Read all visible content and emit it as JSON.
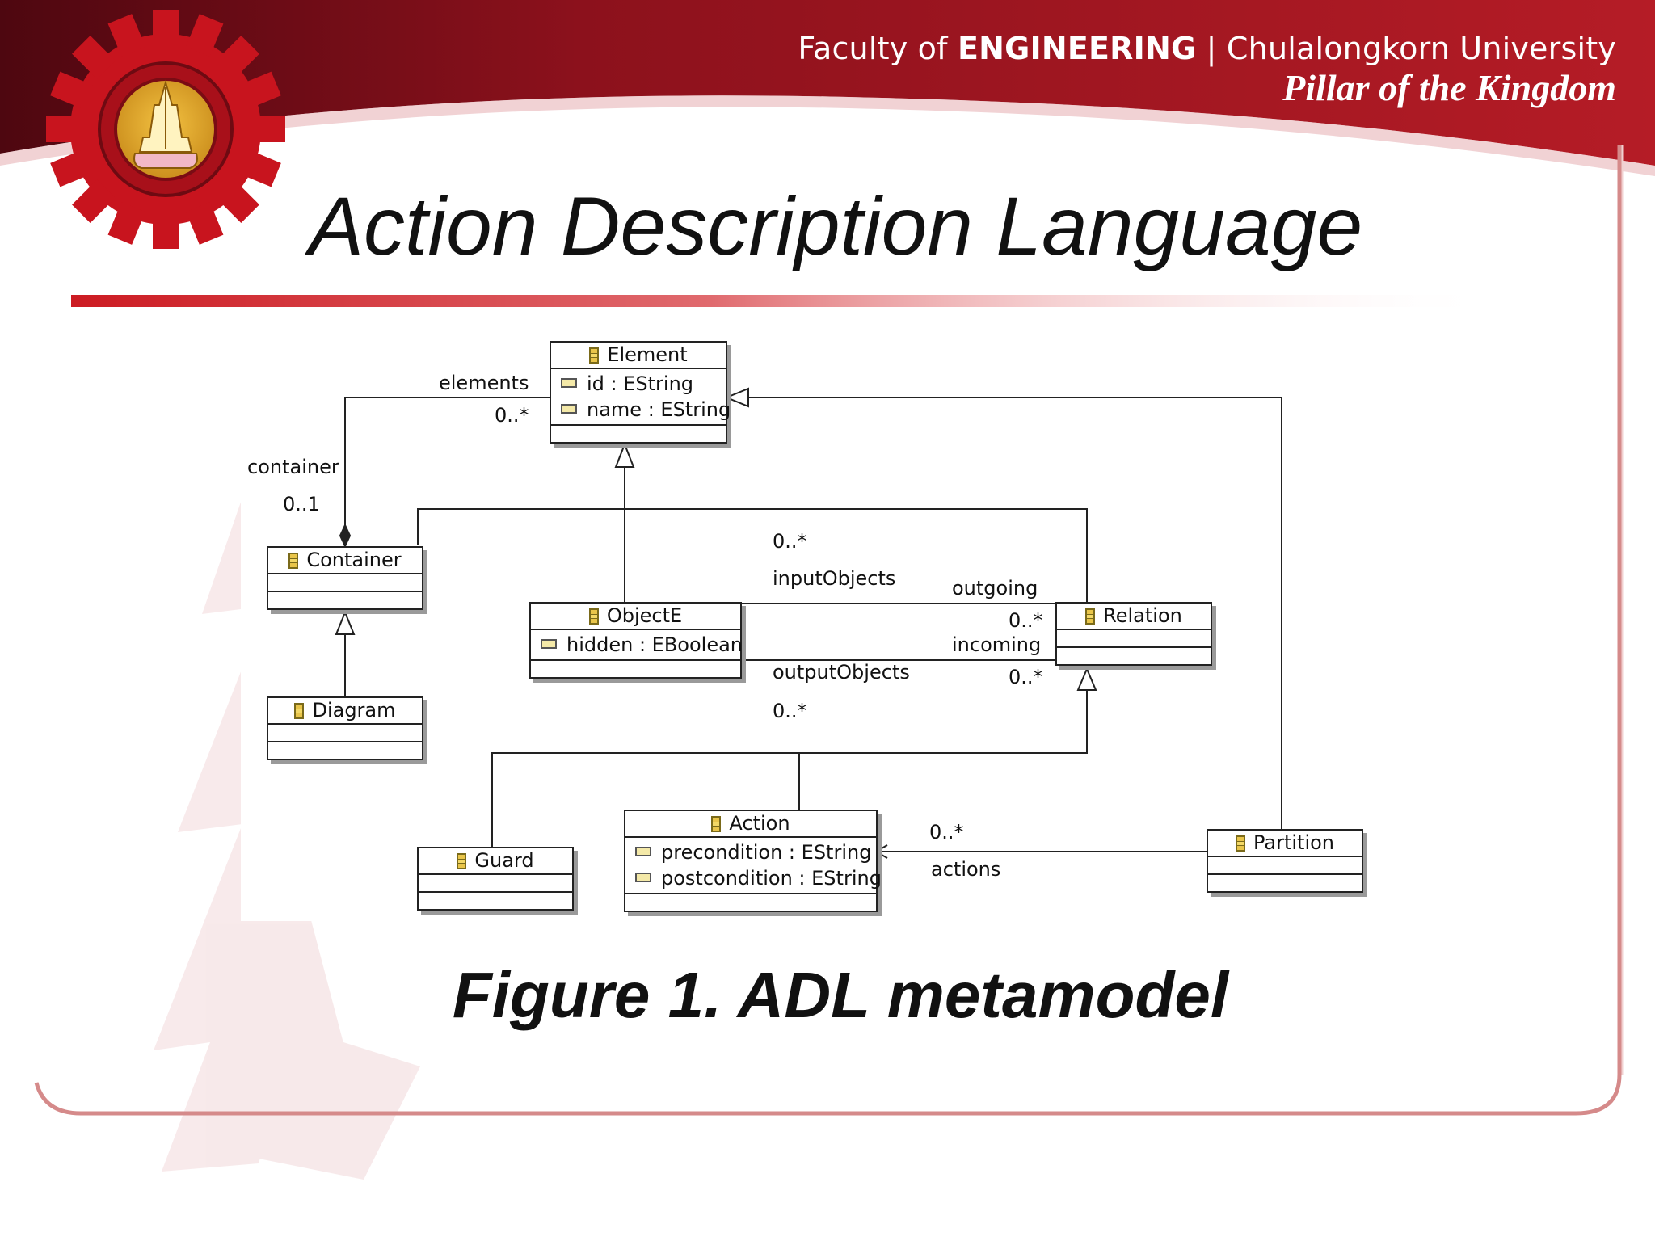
{
  "header": {
    "faculty_prefix": "Faculty of ",
    "faculty_name": "ENGINEERING",
    "university": " | Chulalongkorn University",
    "motto": "Pillar of the Kingdom"
  },
  "slide": {
    "title": "Action Description Language",
    "caption": "Figure 1. ADL metamodel"
  },
  "diagram": {
    "classes": {
      "element": {
        "name": "Element",
        "attributes": [
          "id : EString",
          "name : EString"
        ]
      },
      "container": {
        "name": "Container"
      },
      "diagram": {
        "name": "Diagram"
      },
      "objecte": {
        "name": "ObjectE",
        "attributes": [
          "hidden : EBoolean"
        ]
      },
      "relation": {
        "name": "Relation"
      },
      "guard": {
        "name": "Guard"
      },
      "action": {
        "name": "Action",
        "attributes": [
          "precondition : EString",
          "postcondition : EString"
        ]
      },
      "partition": {
        "name": "Partition"
      }
    },
    "labels": {
      "elements": "elements",
      "elements_mult": "0..*",
      "container": "container",
      "container_mult": "0..1",
      "input_mult": "0..*",
      "input_objects": "inputObjects",
      "outgoing": "outgoing",
      "outgoing_mult": "0..*",
      "incoming": "incoming",
      "output_objects": "outputObjects",
      "incoming_mult": "0..*",
      "output_mult": "0..*",
      "actions_mult": "0..*",
      "actions": "actions"
    }
  },
  "colors": {
    "banner_dark": "#5e0a14",
    "banner_red": "#b01a24",
    "gear": "#c8141e",
    "rule_red": "#cc1b22",
    "frame_red": "#d06a6a"
  }
}
